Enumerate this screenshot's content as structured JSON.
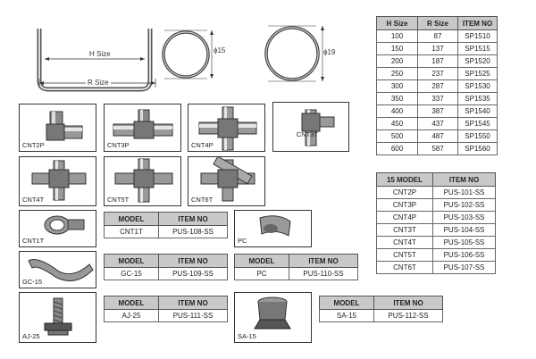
{
  "diagram": {
    "h_size_label": "H Size",
    "r_size_label": "R Size",
    "dia_15": "15",
    "dia_19": "19",
    "phi": "ϕ"
  },
  "size_table": {
    "headers": [
      "H Size",
      "R Size",
      "ITEM NO"
    ],
    "rows": [
      [
        "100",
        "87",
        "SP1510"
      ],
      [
        "150",
        "137",
        "SP1515"
      ],
      [
        "200",
        "187",
        "SP1520"
      ],
      [
        "250",
        "237",
        "SP1525"
      ],
      [
        "300",
        "287",
        "SP1530"
      ],
      [
        "350",
        "337",
        "SP1535"
      ],
      [
        "400",
        "387",
        "SP1540"
      ],
      [
        "450",
        "437",
        "SP1545"
      ],
      [
        "500",
        "487",
        "SP1550"
      ],
      [
        "600",
        "587",
        "SP1560"
      ]
    ]
  },
  "model_table": {
    "headers": [
      "15 MODEL",
      "ITEM NO"
    ],
    "rows": [
      [
        "CNT2P",
        "PUS-101-SS"
      ],
      [
        "CNT3P",
        "PUS-102-SS"
      ],
      [
        "CNT4P",
        "PUS-103-SS"
      ],
      [
        "CNT3T",
        "PUS-104-SS"
      ],
      [
        "CNT4T",
        "PUS-105-SS"
      ],
      [
        "CNT5T",
        "PUS-106-SS"
      ],
      [
        "CNT6T",
        "PUS-107-SS"
      ]
    ]
  },
  "fittings": {
    "cnt2p": "CNT2P",
    "cnt3p": "CNT3P",
    "cnt4p": "CNT4P",
    "cnt3t": "CNT3T",
    "cnt4t": "CNT4T",
    "cnt5t": "CNT5T",
    "cnt6t": "CNT6T",
    "cnt1t": "CNT1T",
    "pc": "PC",
    "gc15": "GC-15",
    "aj25": "AJ-25",
    "sa15": "SA-15"
  },
  "small_tables": {
    "model_header": "MODEL",
    "item_header": "ITEM NO",
    "cnt1t": [
      "CNT1T",
      "PUS-108-SS"
    ],
    "gc15": [
      "GC-15",
      "PUS-109-SS"
    ],
    "pc": [
      "PC",
      "PUS-110-SS"
    ],
    "aj25": [
      "AJ-25",
      "PUS-111-SS"
    ],
    "sa15": [
      "SA-15",
      "PUS-112-SS"
    ]
  }
}
